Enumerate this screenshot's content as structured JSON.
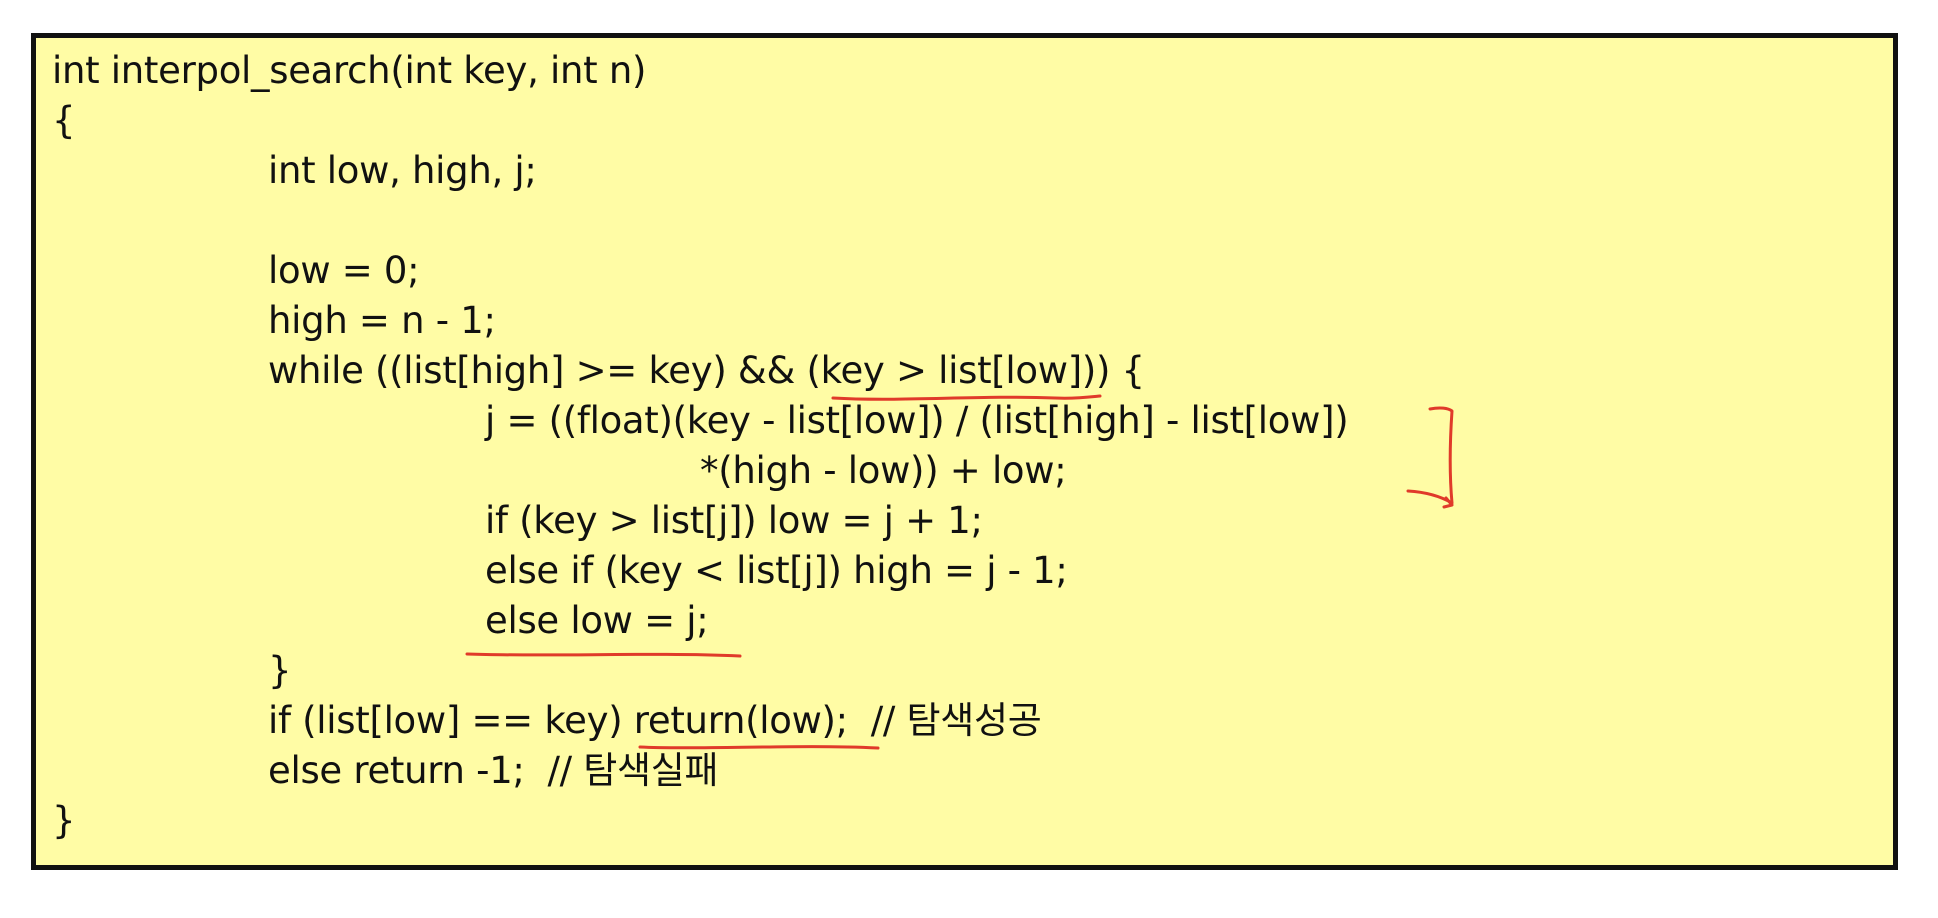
{
  "code": {
    "lines": [
      "int interpol_search(int key, int n)",
      "{",
      "int low, high, j;",
      "",
      "low = 0;",
      "high = n - 1;",
      "while ((list[high] >= key) && (key > list[low])) {",
      "j = ((float)(key - list[low]) / (list[high] - list[low])",
      "*(high - low)) + low;",
      "if (key > list[j]) low = j + 1;",
      "else if (key < list[j]) high = j - 1;",
      "else low = j;",
      "}",
      "if (list[low] == key) return(low);  // 탐색성공",
      "else return -1;  // 탐색실패",
      "}"
    ]
  },
  "colors": {
    "background": "#FFFCA5",
    "border": "#111111",
    "text": "#111111",
    "annotation": "#E03A2A"
  }
}
